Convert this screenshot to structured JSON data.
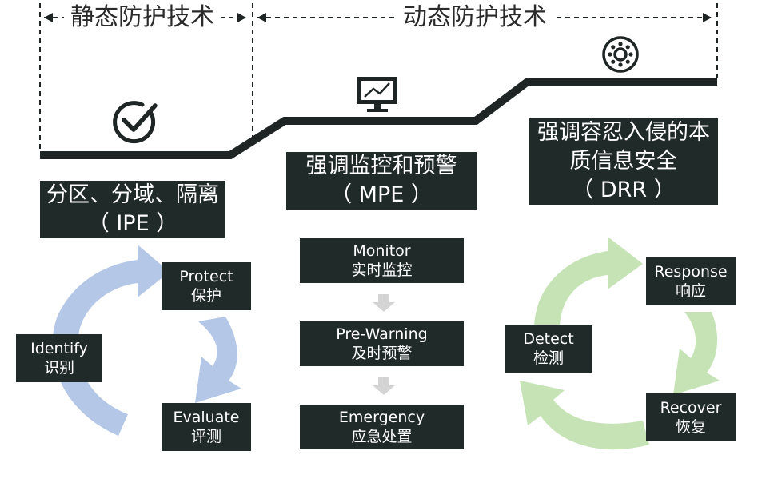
{
  "header": {
    "static_label": "静态防护技术",
    "dynamic_label": "动态防护技术"
  },
  "icons": {
    "static": "check-circle-icon",
    "monitor": "monitor-chart-icon",
    "dynamic": "gear-cog-icon"
  },
  "colors": {
    "dark_box": "#202a28",
    "step_line": "#1e2524",
    "ipe_arrow": "#b4c7e6",
    "drr_arrow": "#c6e3b6",
    "mpe_arrow": "#d4d4d4"
  },
  "ipe": {
    "title_line1": "分区、分域、隔离",
    "title_line2": "（ IPE ）",
    "protect_en": "Protect",
    "protect_zh": "保护",
    "evaluate_en": "Evaluate",
    "evaluate_zh": "评测",
    "identify_en": "Identify",
    "identify_zh": "识别"
  },
  "mpe": {
    "title_line1": "强调监控和预警",
    "title_line2": "（ MPE ）",
    "monitor_en": "Monitor",
    "monitor_zh": "实时监控",
    "prewarning_en": "Pre-Warning",
    "prewarning_zh": "及时预警",
    "emergency_en": "Emergency",
    "emergency_zh": "应急处置"
  },
  "drr": {
    "title_line1": "强调容忍入侵的本",
    "title_line2": "质信息安全",
    "title_line3": "（ DRR ）",
    "response_en": "Response",
    "response_zh": "响应",
    "recover_en": "Recover",
    "recover_zh": "恢复",
    "detect_en": "Detect",
    "detect_zh": "检测"
  }
}
